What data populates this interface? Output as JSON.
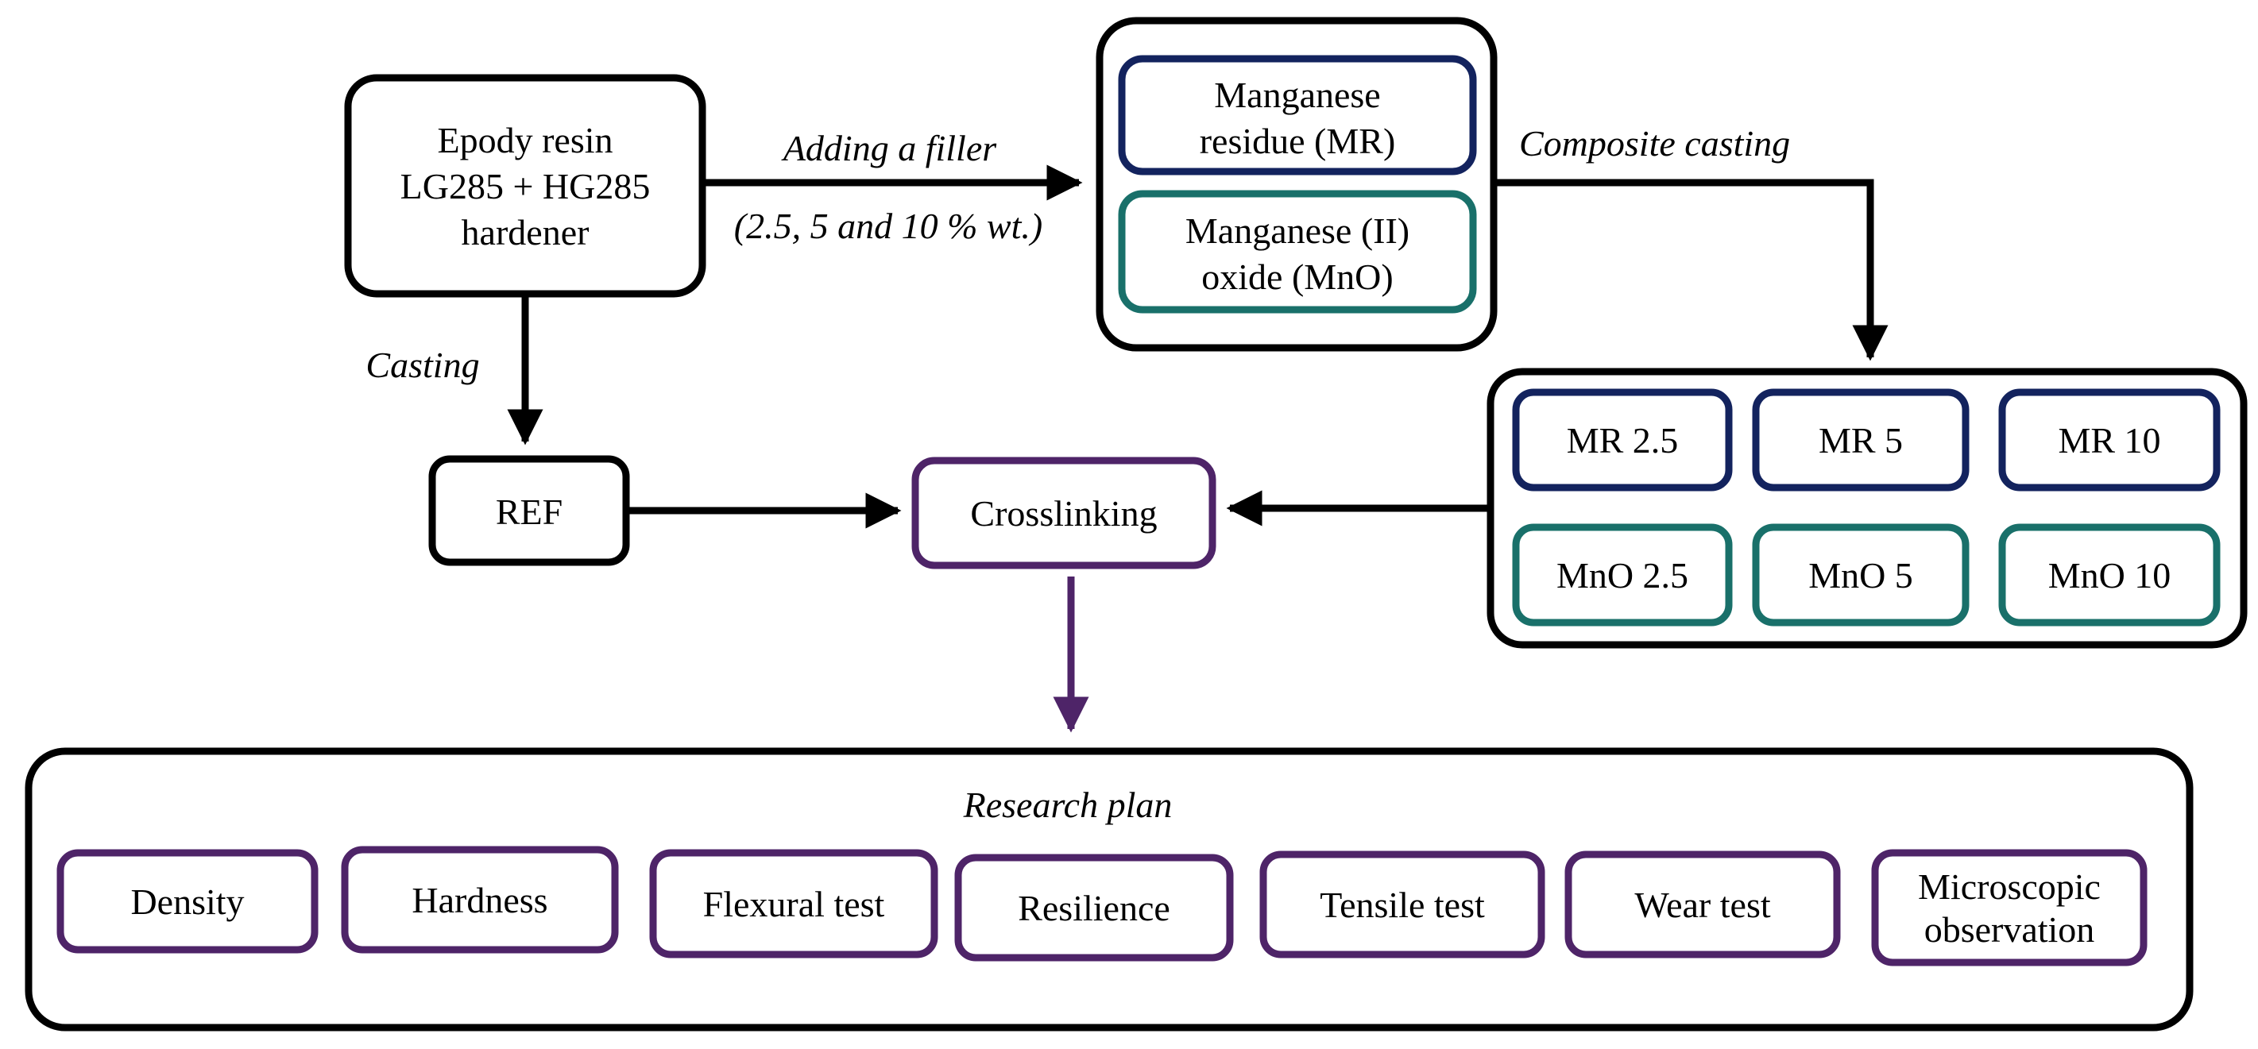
{
  "colors": {
    "black": "#000000",
    "navy": "#13235e",
    "teal": "#19706a",
    "purple": "#4e2468"
  },
  "nodes": {
    "resin": [
      "Epody resin",
      "LG285 + HG285",
      "hardener"
    ],
    "manganese_residue": [
      "Manganese",
      "residue (MR)"
    ],
    "manganese_oxide": [
      "Manganese (II)",
      "oxide (MnO)"
    ],
    "ref": "REF",
    "crosslinking": "Crosslinking",
    "samples_mr": [
      "MR 2.5",
      "MR 5",
      "MR 10"
    ],
    "samples_mno": [
      "MnO 2.5",
      "MnO 5",
      "MnO 10"
    ]
  },
  "edges": {
    "adding_filler": "Adding a filler",
    "filler_amounts": "(2.5, 5 and 10 % wt.)",
    "composite_casting": "Composite casting",
    "casting": "Casting"
  },
  "research_plan": {
    "title": "Research plan",
    "tests": [
      [
        "Density"
      ],
      [
        "Hardness"
      ],
      [
        "Flexural test"
      ],
      [
        "Resilience"
      ],
      [
        "Tensile test"
      ],
      [
        "Wear test"
      ],
      [
        "Microscopic",
        "observation"
      ]
    ]
  }
}
